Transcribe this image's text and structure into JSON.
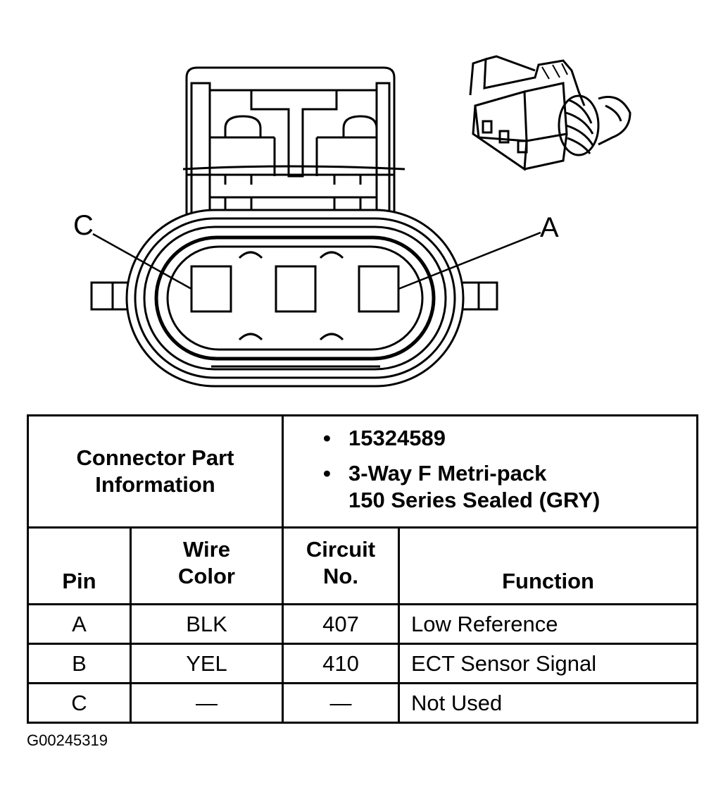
{
  "diagram": {
    "pin_label_c": "C",
    "pin_label_a": "A"
  },
  "table": {
    "title_line1": "Connector Part",
    "title_line2": "Information",
    "part_number": "15324589",
    "description_line1": "3-Way F Metri-pack",
    "description_line2": "150 Series Sealed (GRY)",
    "headers": {
      "pin": "Pin",
      "wire_line1": "Wire",
      "wire_line2": "Color",
      "circuit_line1": "Circuit",
      "circuit_line2": "No.",
      "function": "Function"
    },
    "rows": [
      {
        "pin": "A",
        "wire": "BLK",
        "circuit": "407",
        "function": "Low Reference"
      },
      {
        "pin": "B",
        "wire": "YEL",
        "circuit": "410",
        "function": "ECT Sensor Signal"
      },
      {
        "pin": "C",
        "wire": "—",
        "circuit": "—",
        "function": "Not Used"
      }
    ]
  },
  "figure_id": "G00245319"
}
